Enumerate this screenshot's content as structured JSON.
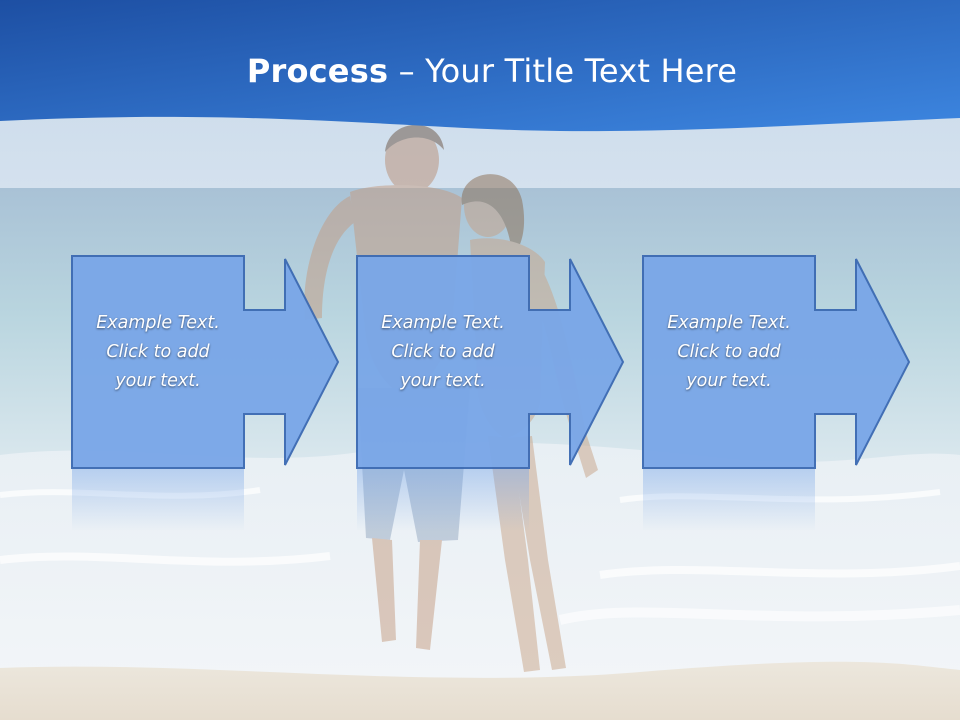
{
  "slide": {
    "title_strong": "Process",
    "title_rest": " – Your Title Text Here",
    "background_icon": "beach-couple-photo",
    "colors": {
      "banner_top": "#1e5cb3",
      "banner_bottom": "#3a7fd8",
      "box_fill": "#7aa7e8",
      "box_stroke": "#3d6bb3"
    }
  },
  "process": {
    "steps": [
      {
        "text": "Example Text.\nClick  to add\nyour text."
      },
      {
        "text": "Example Text.\nClick  to add\nyour text."
      },
      {
        "text": "Example Text.\nClick  to add\nyour text."
      }
    ]
  }
}
